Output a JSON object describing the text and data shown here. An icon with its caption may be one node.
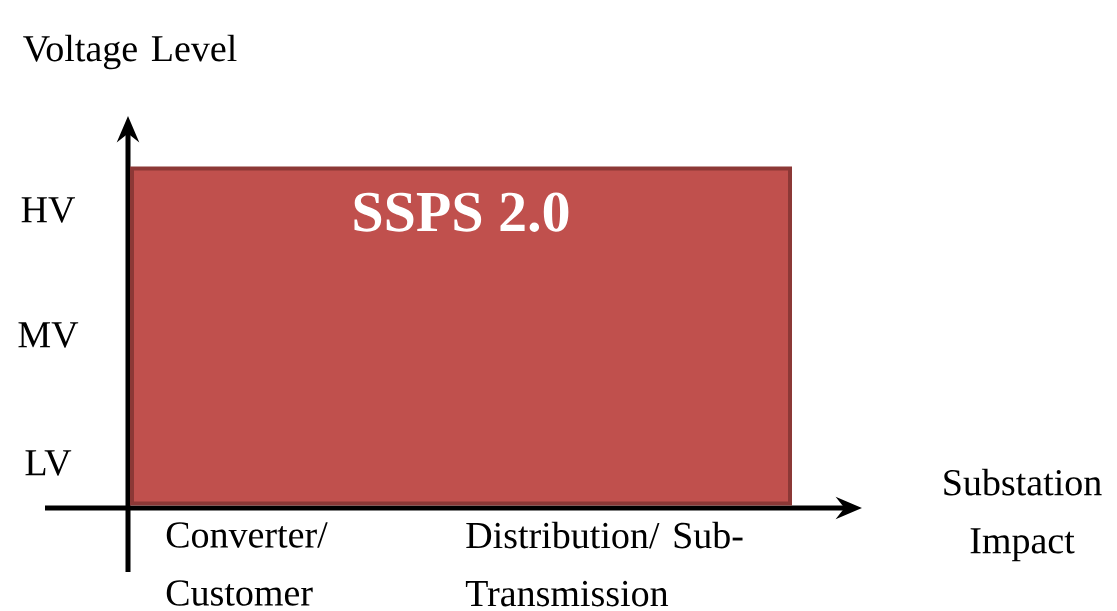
{
  "diagram": {
    "nodes": [
      {
        "text": [
          "SSPS 2.0"
        ]
      }
    ],
    "labels": [
      "Voltage Level",
      "HV",
      "MV",
      "LV",
      "Substation Impact",
      "Converter/ Customer",
      "Distribution/ Sub-Transmission"
    ]
  }
}
